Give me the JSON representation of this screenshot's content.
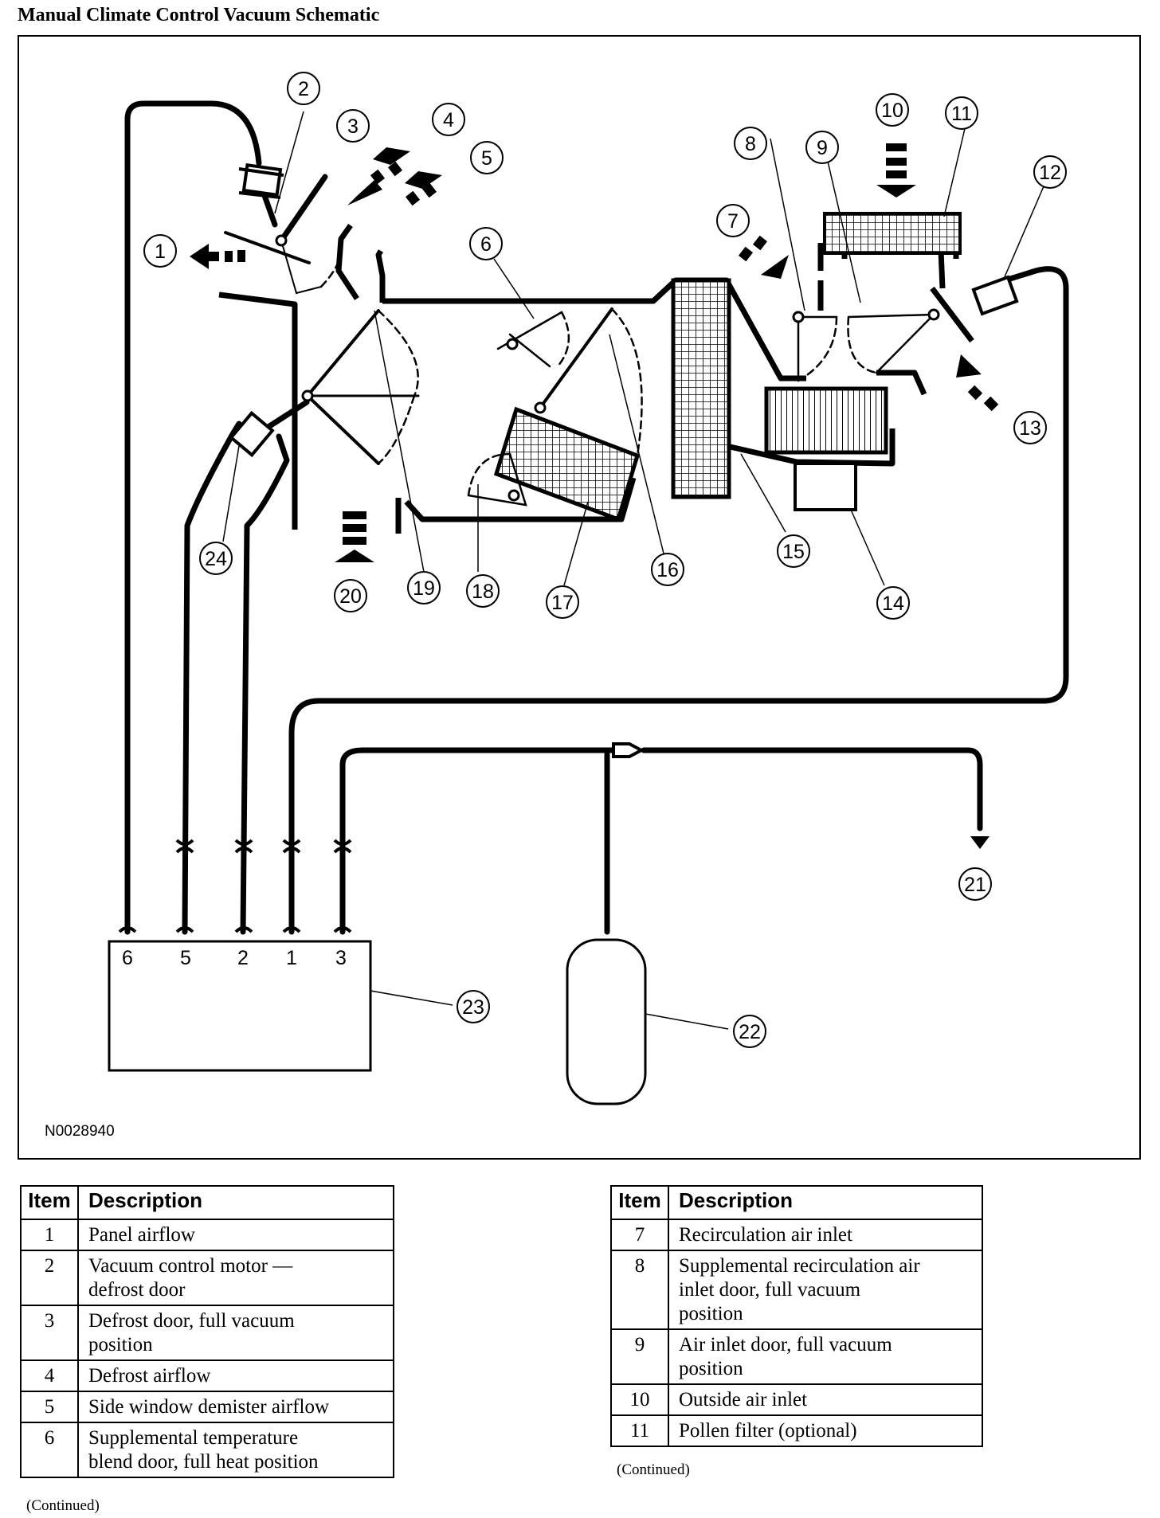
{
  "title": "Manual Climate Control Vacuum Schematic",
  "figure_id": "N0028940",
  "callouts": [
    "1",
    "2",
    "3",
    "4",
    "5",
    "6",
    "7",
    "8",
    "9",
    "10",
    "11",
    "12",
    "13",
    "14",
    "15",
    "16",
    "17",
    "18",
    "19",
    "20",
    "21",
    "22",
    "23",
    "24"
  ],
  "control_ports": [
    "6",
    "5",
    "2",
    "1",
    "3"
  ],
  "legend_left": {
    "headers": {
      "item": "Item",
      "description": "Description"
    },
    "rows": [
      {
        "item": "1",
        "lines": [
          "Panel airflow"
        ]
      },
      {
        "item": "2",
        "lines": [
          "Vacuum control motor —",
          "defrost door"
        ]
      },
      {
        "item": "3",
        "lines": [
          "Defrost door, full vacuum",
          "position"
        ]
      },
      {
        "item": "4",
        "lines": [
          "Defrost airflow"
        ]
      },
      {
        "item": "5",
        "lines": [
          "Side window demister airflow"
        ]
      },
      {
        "item": "6",
        "lines": [
          "Supplemental temperature",
          "blend door, full heat position"
        ]
      }
    ],
    "continued": "(Continued)"
  },
  "legend_right": {
    "headers": {
      "item": "Item",
      "description": "Description"
    },
    "rows": [
      {
        "item": "7",
        "lines": [
          "Recirculation air inlet"
        ]
      },
      {
        "item": "8",
        "lines": [
          "Supplemental recirculation air",
          "inlet door, full vacuum",
          "position"
        ]
      },
      {
        "item": "9",
        "lines": [
          "Air inlet door, full vacuum",
          "position"
        ]
      },
      {
        "item": "10",
        "lines": [
          "Outside air inlet"
        ]
      },
      {
        "item": "11",
        "lines": [
          "Pollen filter (optional)"
        ]
      }
    ],
    "continued": "(Continued)"
  }
}
